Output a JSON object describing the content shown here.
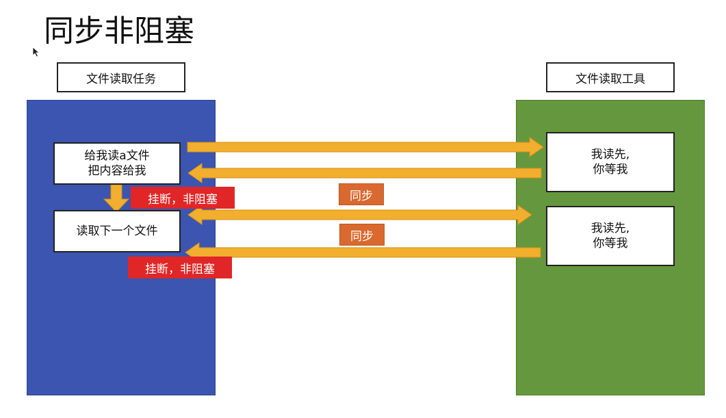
{
  "title": "同步非阻塞",
  "left_header": "文件读取任务",
  "right_header": "文件读取工具",
  "left_boxes": {
    "request_line1": "给我读a文件",
    "request_line2": "把内容给我",
    "next": "读取下一个文件"
  },
  "right_boxes": [
    {
      "line1": "我读先,",
      "line2": "你等我"
    },
    {
      "line1": "我读先,",
      "line2": "你等我"
    }
  ],
  "red_labels": [
    "挂断，非阻塞",
    "挂断，非阻塞"
  ],
  "orange_labels": [
    "同步",
    "同步"
  ],
  "colors": {
    "left_panel": "#3b55b0",
    "right_panel": "#65983e",
    "arrow": "#f2ae2e",
    "red_label": "#e02626",
    "orange_label": "#d9692f"
  },
  "icons": {
    "cursor": "mouse-pointer-icon"
  }
}
